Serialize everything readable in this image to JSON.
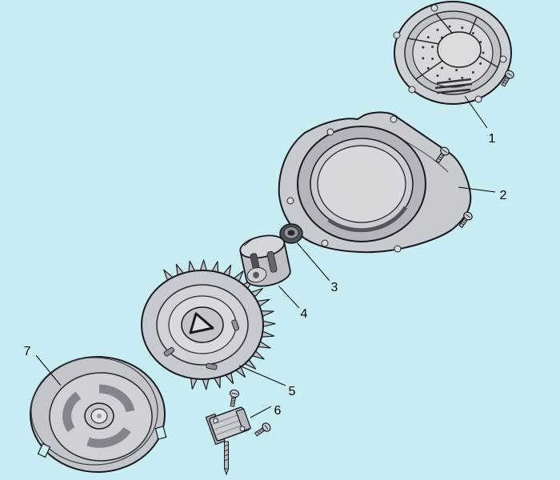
{
  "colors": {
    "background": "#c7edf3",
    "part_fill": "#c9cdd2",
    "part_fill_light": "#d9dcdf",
    "part_fill_dark": "#85898f",
    "outline": "#17191c",
    "label_color": "#000000"
  },
  "diagram": {
    "type": "exploded-parts-diagram",
    "callouts": [
      {
        "label": "1",
        "part": "recoil-starter-assembly"
      },
      {
        "label": "2",
        "part": "blower-housing"
      },
      {
        "label": "3",
        "part": "flange-nut"
      },
      {
        "label": "4",
        "part": "starter-pulley-cup"
      },
      {
        "label": "5",
        "part": "flywheel-fan"
      },
      {
        "label": "6",
        "part": "ignition-coil-with-bolts"
      },
      {
        "label": "7",
        "part": "rotor-drum"
      }
    ]
  }
}
